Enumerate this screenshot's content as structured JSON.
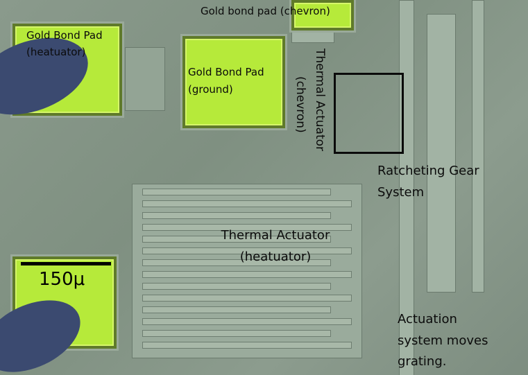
{
  "image": {
    "description_labels": {
      "gold_bond_pad_chevron": "Gold bond pad (chevron)",
      "gold_bond_pad_heatuator_line1": "Gold Bond Pad",
      "gold_bond_pad_heatuator_line2": "(heatuator)",
      "gold_bond_pad_ground_line1": "Gold Bond Pad",
      "gold_bond_pad_ground_line2": "(ground)",
      "thermal_actuator_chevron_line1": "Thermal Actuator",
      "thermal_actuator_chevron_line2": "(chevron)",
      "ratcheting_gear_line1": "Ratcheting Gear",
      "ratcheting_gear_line2": "System",
      "thermal_actuator_heatuator_line1": "Thermal Actuator",
      "thermal_actuator_heatuator_line2": "(heatuator)",
      "actuation_line1": "Actuation",
      "actuation_line2": "system moves",
      "actuation_line3": "grating.",
      "scale": "150μ"
    },
    "colors": {
      "substrate": "#8a9a8c",
      "gold_pad": "#b6ea3a",
      "probe": "#3b4a70",
      "annotation": "#0b0b0b"
    }
  }
}
